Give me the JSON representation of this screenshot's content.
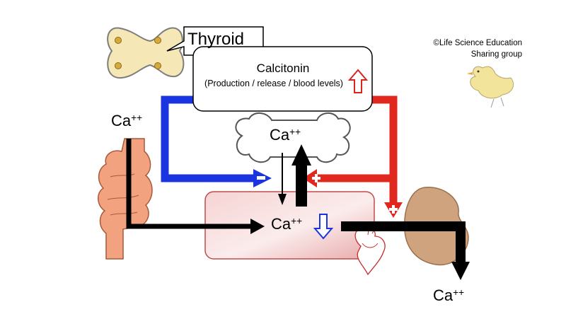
{
  "labels": {
    "thyroid": "Thyroid",
    "hormone": "Calcitonin",
    "hormone_effect": "(Production / release / blood levels)",
    "ion_base": "Ca",
    "ion_charge": "++",
    "credit_line1": "©Life Science Education",
    "credit_line2": "Sharing group"
  },
  "colors": {
    "decrease_arrow": "#1a35e0",
    "increase_arrow": "#e0281f",
    "flow_arrow": "#000000",
    "thyroid_fill": "#f5e7b6",
    "thyroid_node": "#d5a93c",
    "intestine_fill": "#f2a27e",
    "kidney_fill": "#cfa37e",
    "blood_fill": "#f2c7c7",
    "blood_stroke": "#c24b4b",
    "hormone_up": "#d9251f",
    "blood_down": "#1a35e0"
  },
  "icons": [
    "thyroid-icon",
    "bone-icon",
    "intestine-icon",
    "kidney-icon",
    "heart-icon",
    "chick-icon",
    "up-arrow-icon",
    "down-arrow-icon",
    "minus-icon",
    "plus-icon"
  ]
}
